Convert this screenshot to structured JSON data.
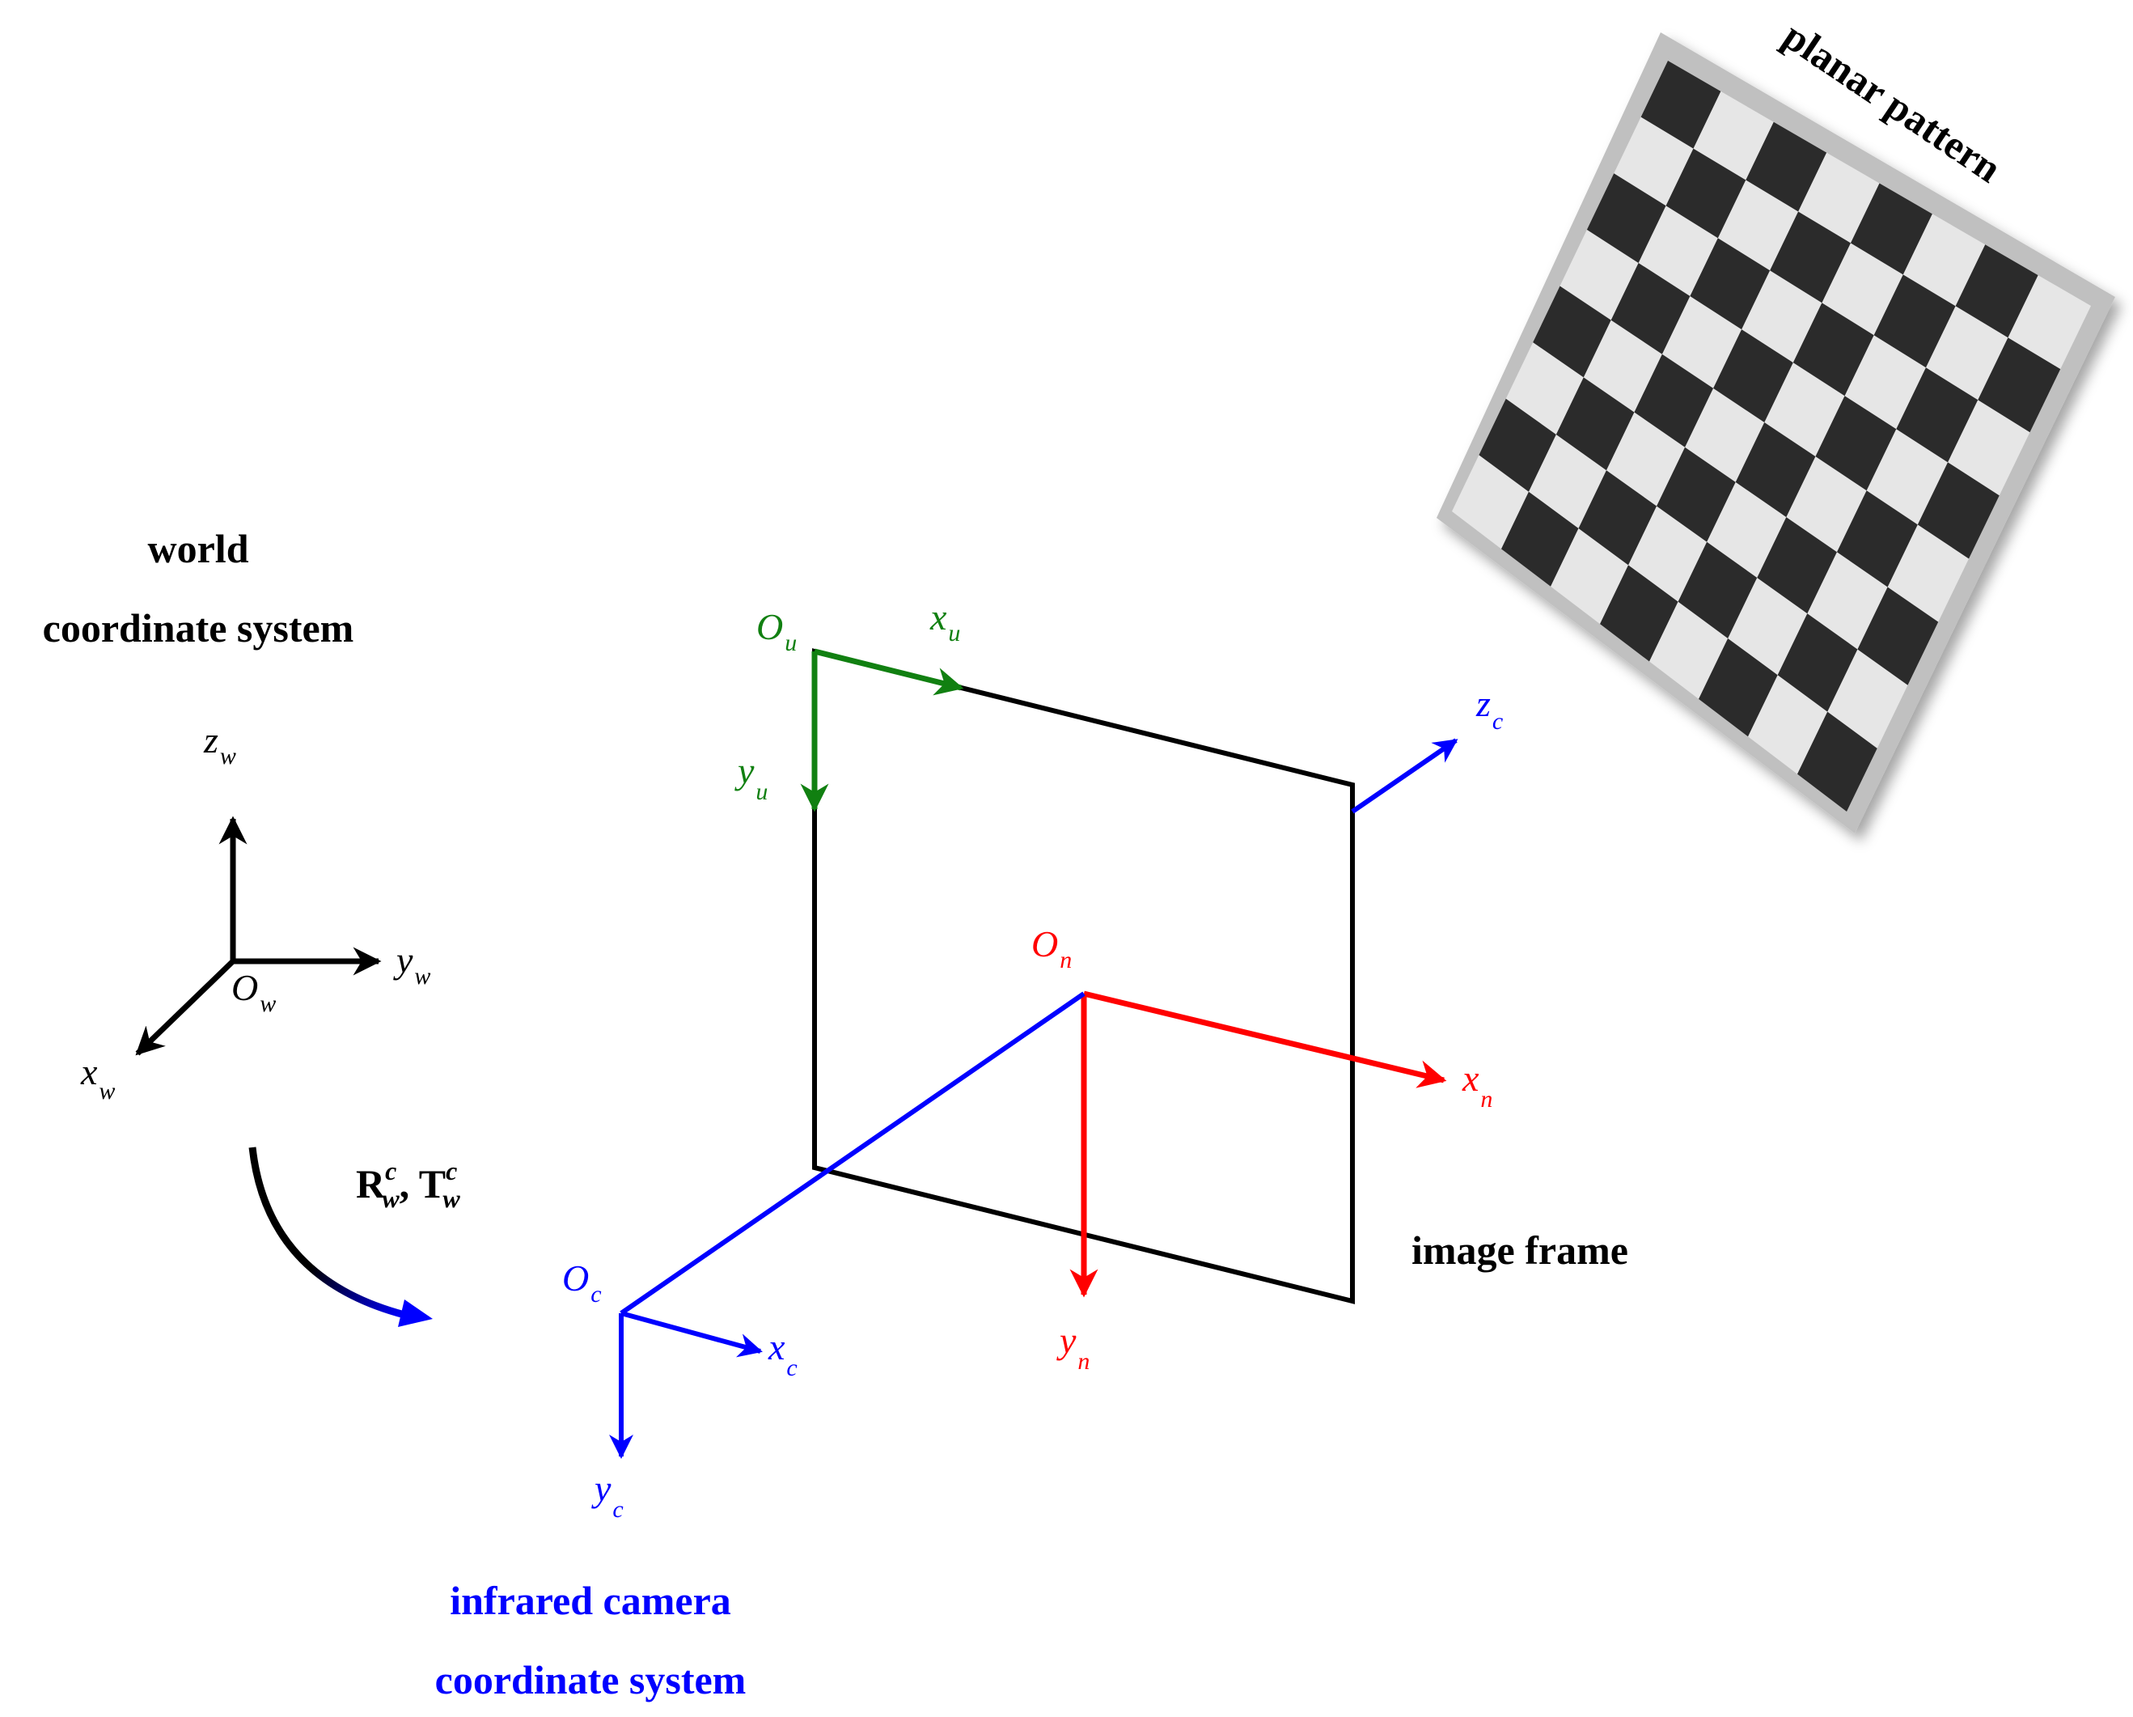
{
  "labels": {
    "world_line1": "world",
    "world_line2": "coordinate system",
    "camera_line1": "infrared camera",
    "camera_line2": "coordinate system",
    "image_frame": "image frame",
    "planar_pattern": "planar pattern",
    "transform": "R, T",
    "transform_R": "R",
    "transform_T": "T",
    "transform_sep": ", ",
    "transform_super": "c",
    "transform_sub": "w"
  },
  "axes": {
    "world": {
      "origin": "O",
      "origin_sub": "w",
      "x": "x",
      "x_sub": "w",
      "y": "y",
      "y_sub": "w",
      "z": "z",
      "z_sub": "w"
    },
    "camera": {
      "origin": "O",
      "origin_sub": "c",
      "x": "x",
      "x_sub": "c",
      "y": "y",
      "y_sub": "c",
      "z": "z",
      "z_sub": "c"
    },
    "image_u": {
      "origin": "O",
      "origin_sub": "u",
      "x": "x",
      "x_sub": "u",
      "y": "y",
      "y_sub": "u"
    },
    "image_n": {
      "origin": "O",
      "origin_sub": "n",
      "x": "x",
      "x_sub": "n",
      "y": "y",
      "y_sub": "n"
    }
  },
  "colors": {
    "world": "#000000",
    "camera": "#0000ff",
    "image_u": "#118011",
    "image_n": "#ff0000",
    "frame": "#000000",
    "pattern_dark": "#2b2b2b",
    "pattern_light": "#e6e6e6",
    "pattern_border": "#c0c0c0"
  },
  "pattern": {
    "rows": 8,
    "cols": 8
  }
}
